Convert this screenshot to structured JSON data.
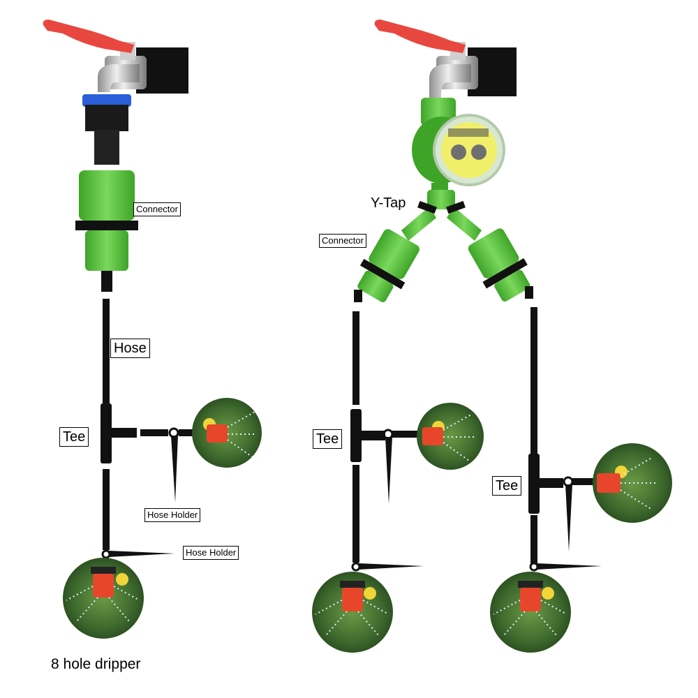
{
  "labels": {
    "connector_left": "Connector",
    "connector_right": "Connector",
    "y_tap": "Y-Tap",
    "hose": "Hose",
    "tee_left": "Tee",
    "tee_mid": "Tee",
    "tee_right": "Tee",
    "hose_holder_1": "Hose Holder",
    "hose_holder_2": "Hose Holder",
    "caption": "8 hole dripper"
  },
  "colors": {
    "valve_handle": "#e8473f",
    "brass_body": "#c9c9c9",
    "blue_ring": "#2b5fd9",
    "connector_green": "#55c43a",
    "hose": "#111111",
    "dripper_red": "#e8462a",
    "foliage": "#3f6b2e",
    "timer_face": "#f1ef6a"
  }
}
